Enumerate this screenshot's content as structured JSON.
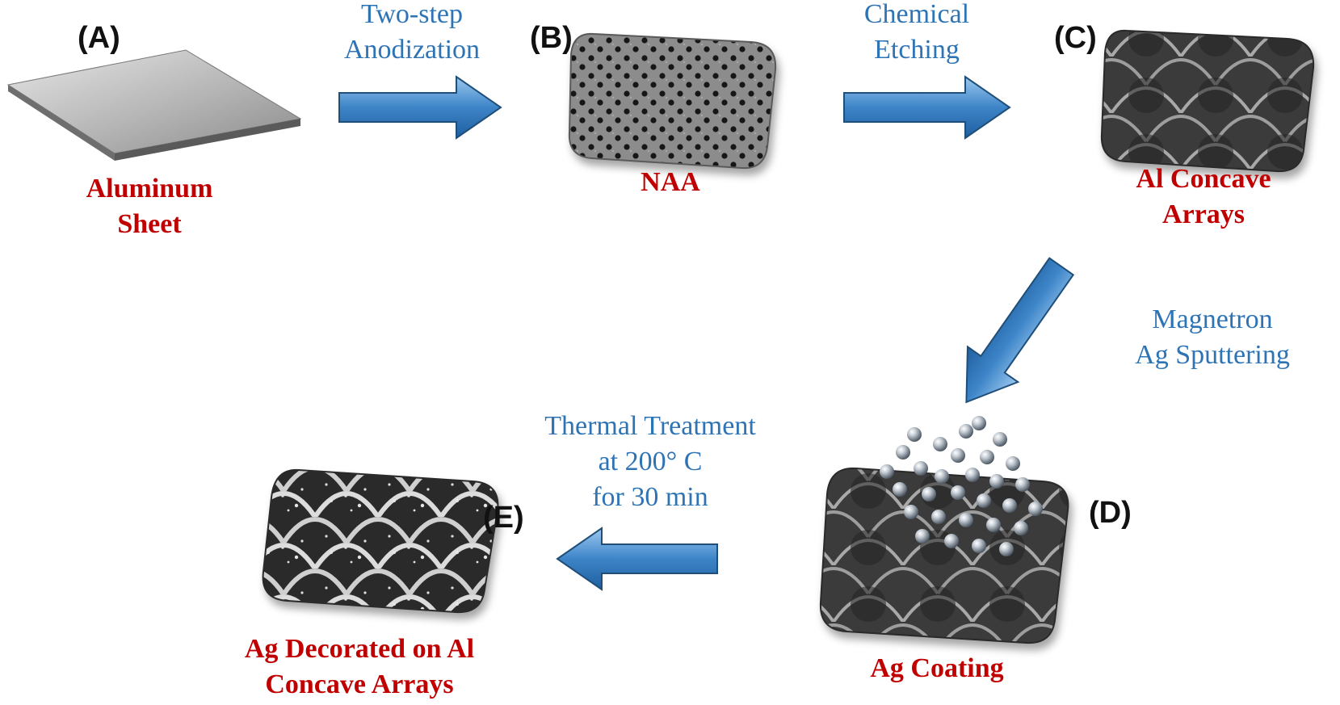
{
  "colors": {
    "name_text": "#c00000",
    "process_text": "#2e74b5",
    "tag_text": "#111111",
    "arrow_fill": "#3d85c8",
    "arrow_edge": "#1f4e79",
    "background": "#ffffff"
  },
  "stages": {
    "a": {
      "tag": "(A)",
      "name_line1": "Aluminum",
      "name_line2": "Sheet",
      "icon": "aluminum-sheet-icon"
    },
    "b": {
      "tag": "(B)",
      "name_line1": "NAA",
      "icon": "porous-alumina-icon"
    },
    "c": {
      "tag": "(C)",
      "name_line1": "Al Concave",
      "name_line2": "Arrays",
      "icon": "concave-array-icon"
    },
    "d": {
      "tag": "(D)",
      "name_line1": "Ag Coating",
      "icon": "ag-particles-icon"
    },
    "e": {
      "tag": "(E)",
      "name_line1": "Ag Decorated on Al",
      "name_line2": "Concave Arrays",
      "icon": "decorated-array-icon"
    }
  },
  "processes": {
    "anodization": {
      "line1": "Two-step",
      "line2": "Anodization"
    },
    "etching": {
      "line1": "Chemical",
      "line2": "Etching"
    },
    "sputtering": {
      "line1": "Magnetron",
      "line2": "Ag Sputtering"
    },
    "thermal": {
      "line1": "Thermal Treatment",
      "line2": "at 200° C",
      "line3": "for 30 min"
    }
  }
}
